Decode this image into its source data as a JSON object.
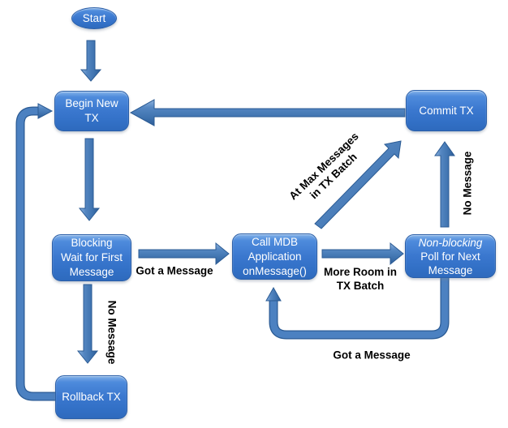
{
  "nodes": {
    "start": {
      "label": "Start"
    },
    "begin_tx": {
      "lines": [
        "Begin New",
        "TX"
      ]
    },
    "blocking_wait": {
      "lines": [
        "Blocking",
        "Wait for First",
        "Message"
      ]
    },
    "rollback_tx": {
      "label": "Rollback TX"
    },
    "call_mdb": {
      "lines": [
        "Call MDB",
        "Application",
        "onMessage()"
      ]
    },
    "poll_next": {
      "italic_line": "Non-blocking",
      "lines": [
        "Poll for Next",
        "Message"
      ]
    },
    "commit_tx": {
      "label": "Commit TX"
    }
  },
  "edges": {
    "got_message_first": "Got a Message",
    "no_message_down": "No Message",
    "at_max_messages": "At Max Messages in TX Batch",
    "more_room": "More Room in TX Batch",
    "no_message_up": "No Message",
    "got_message_loop": "Got a Message"
  },
  "colors": {
    "node_fill": "#3B78CF",
    "node_border": "#2B5FA8",
    "node_text": "#FFFFFF",
    "arrow_fill": "#4B80C0",
    "arrow_dark": "#2B5B94",
    "arrow_highlight": "#8FB4DE",
    "label_text": "#000000",
    "background": "#FFFFFF"
  }
}
